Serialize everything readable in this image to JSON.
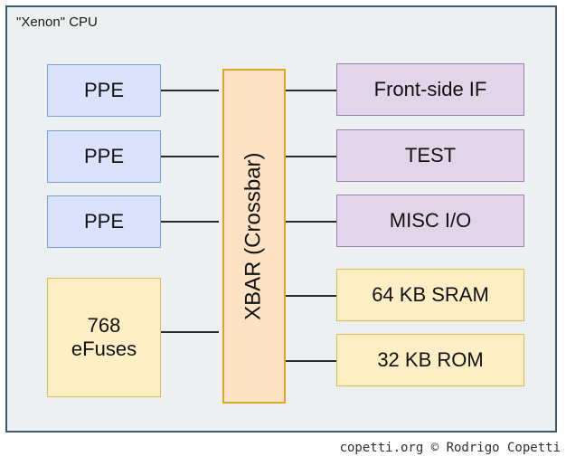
{
  "container": {
    "title": "\"Xenon\" CPU",
    "border_color": "#3d5a6c",
    "fill_color": "#edf0f1"
  },
  "cores": [
    {
      "label": "PPE"
    },
    {
      "label": "PPE"
    },
    {
      "label": "PPE"
    }
  ],
  "efuses": {
    "label": "768\neFuses"
  },
  "crossbar": {
    "label": "XBAR (Crossbar)",
    "fill_color": "#fde3c4",
    "border_color": "#dba72b"
  },
  "interfaces": [
    {
      "label": "Front-side IF",
      "fill_color": "#e2d5ea"
    },
    {
      "label": "TEST",
      "fill_color": "#e2d5ea"
    },
    {
      "label": "MISC I/O",
      "fill_color": "#e2d5ea"
    }
  ],
  "memories": [
    {
      "label": "64 KB SRAM",
      "fill_color": "#fdefc3"
    },
    {
      "label": "32 KB ROM",
      "fill_color": "#fdefc3"
    }
  ],
  "footer": {
    "text": "copetti.org © Rodrigo Copetti"
  }
}
